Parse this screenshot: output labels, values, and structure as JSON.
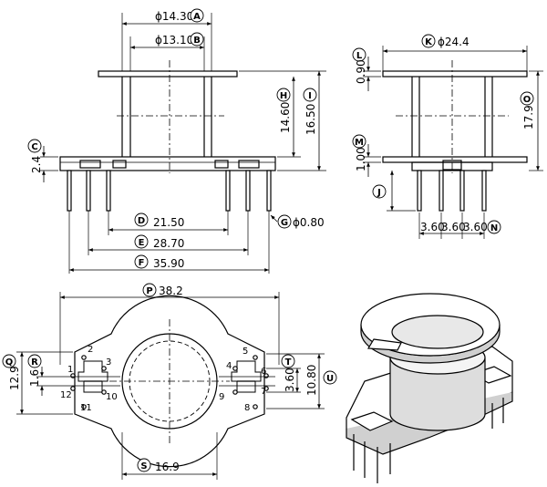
{
  "dimensions": {
    "a": {
      "label": "A",
      "value": "ϕ14.30"
    },
    "b": {
      "label": "B",
      "value": "ϕ13.10"
    },
    "c": {
      "label": "C",
      "value": "2.4"
    },
    "d": {
      "label": "D",
      "value": "21.50"
    },
    "e": {
      "label": "E",
      "value": "28.70"
    },
    "f": {
      "label": "F",
      "value": "35.90"
    },
    "g": {
      "label": "G",
      "value": "ϕ0.80"
    },
    "h": {
      "label": "H",
      "value": "14.60"
    },
    "i": {
      "label": "I",
      "value": "16.50"
    },
    "j": {
      "label": "J",
      "value": ""
    },
    "k": {
      "label": "K",
      "value": "ϕ24.4"
    },
    "l": {
      "label": "L",
      "value": "0.90"
    },
    "m": {
      "label": "M",
      "value": "1.00"
    },
    "n": {
      "label": "N",
      "values": [
        "3.60",
        "3.60",
        "3.60"
      ]
    },
    "o": {
      "label": "O",
      "value": "17.9"
    },
    "p": {
      "label": "P",
      "value": "38.2"
    },
    "q": {
      "label": "Q",
      "value": "12.9"
    },
    "r": {
      "label": "R",
      "value": "1.6"
    },
    "s": {
      "label": "S",
      "value": "16.9"
    },
    "t": {
      "label": "T",
      "value": "3.60"
    },
    "u": {
      "label": "U",
      "value": "10.80"
    }
  },
  "pins": [
    "1",
    "2",
    "3",
    "4",
    "5",
    "6",
    "7",
    "8",
    "9",
    "10",
    "11",
    "12"
  ]
}
